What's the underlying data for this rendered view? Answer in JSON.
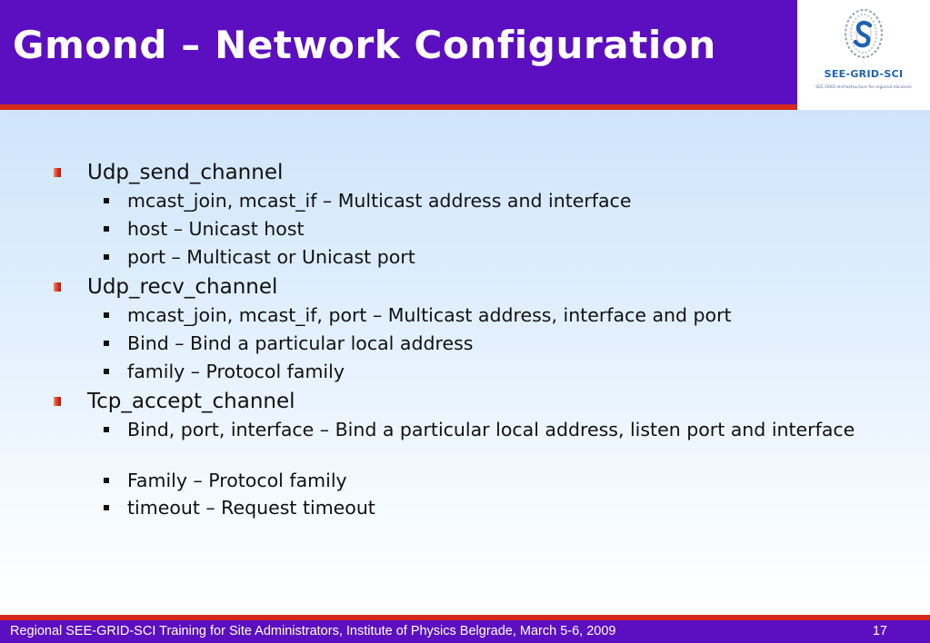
{
  "header": {
    "title": "Gmond – Network Configuration"
  },
  "logo": {
    "name": "SEE-GRID-SCI",
    "tagline": "SEE-GRID eInfrastructure for regional eScience"
  },
  "content": {
    "bullets": [
      {
        "text": "Udp_send_channel",
        "sub": [
          "mcast_join, mcast_if – Multicast address and interface",
          "host – Unicast host",
          "port – Multicast or Unicast port"
        ]
      },
      {
        "text": "Udp_recv_channel",
        "sub": [
          "mcast_join, mcast_if, port – Multicast address, interface and port",
          "Bind – Bind a particular local address",
          "family – Protocol family"
        ]
      },
      {
        "text": "Tcp_accept_channel",
        "sub": [
          "Bind, port, interface – Bind a particular local address, listen port and interface",
          "Family – Protocol family",
          "timeout – Request timeout"
        ]
      }
    ]
  },
  "footer": {
    "text": "Regional SEE-GRID-SCI Training for Site Administrators, Institute of Physics Belgrade, March 5-6, 2009",
    "page_number": "17"
  },
  "colors": {
    "header_bg": "#5c0fc0",
    "accent_rule": "#d42a1a",
    "content_bg_top": "#cfe5fb",
    "logo_text": "#1f63b0"
  }
}
